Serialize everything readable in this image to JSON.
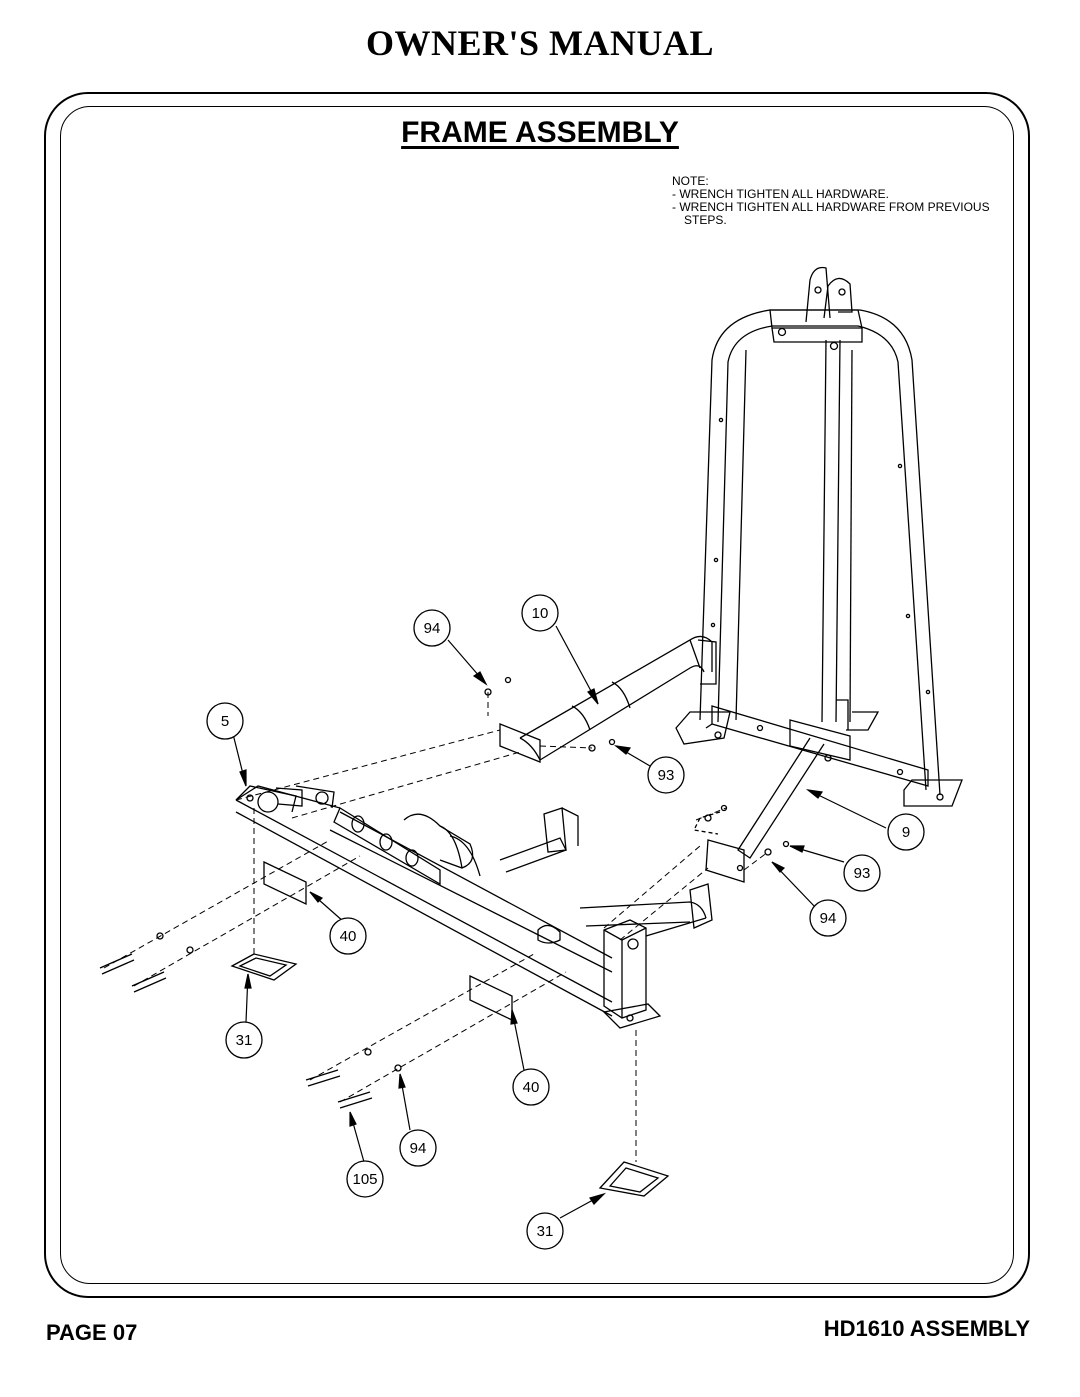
{
  "header": {
    "manual_title": "OWNER'S MANUAL"
  },
  "section": {
    "title": "FRAME ASSEMBLY"
  },
  "note": {
    "heading": "NOTE:",
    "items": [
      "- WRENCH TIGHTEN ALL HARDWARE.",
      "- WRENCH TIGHTEN ALL HARDWARE FROM PREVIOUS STEPS."
    ]
  },
  "callouts": [
    "94",
    "10",
    "5",
    "93",
    "9",
    "93",
    "94",
    "40",
    "31",
    "40",
    "94",
    "105",
    "31"
  ],
  "footer": {
    "page": "PAGE 07",
    "model": "HD1610 ASSEMBLY"
  }
}
